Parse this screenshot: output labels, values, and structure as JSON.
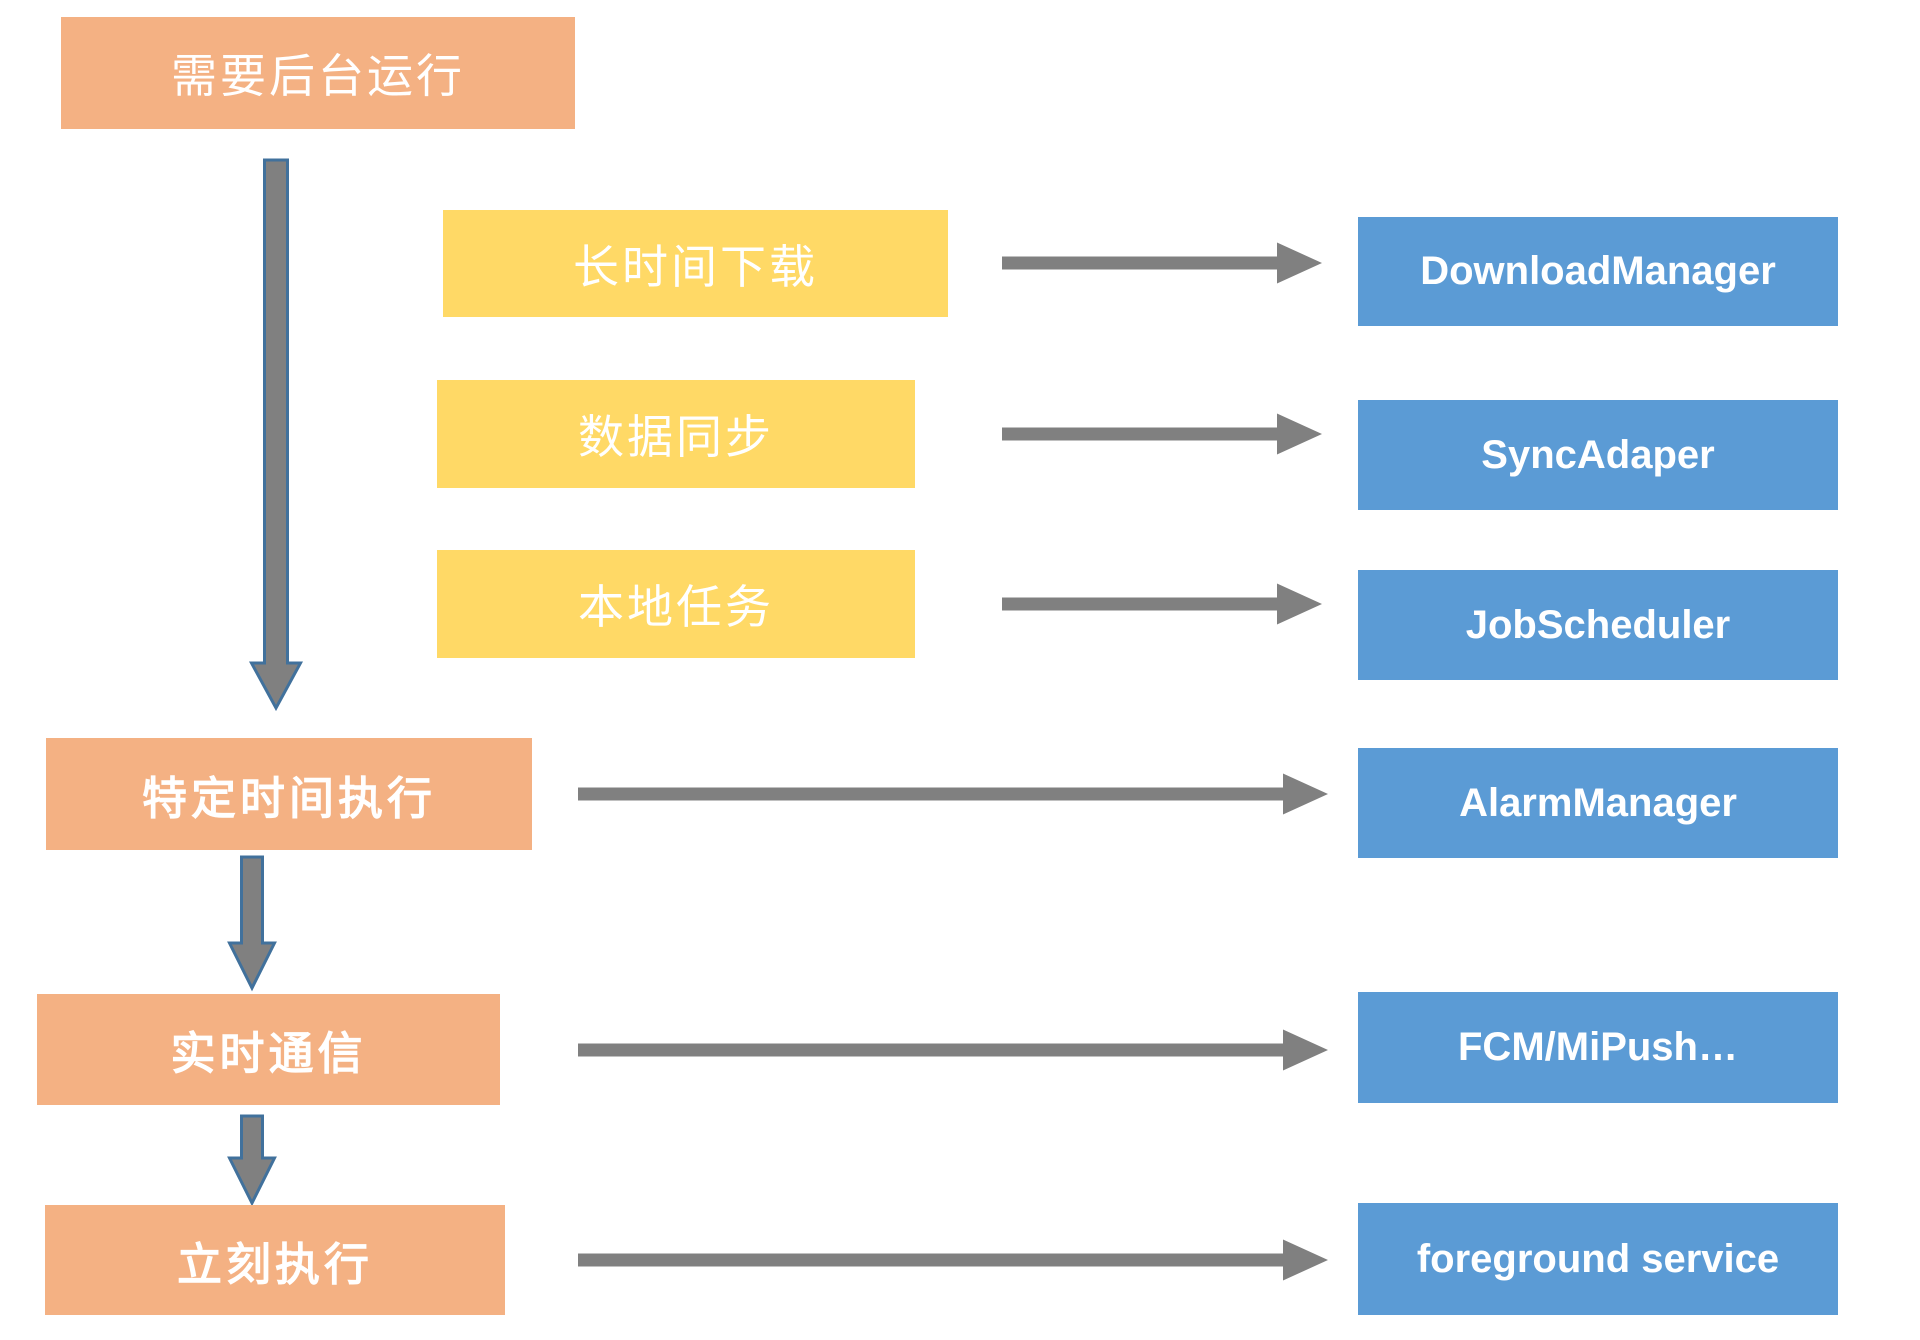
{
  "palette": {
    "box_orange": "#F4B183",
    "box_yellow": "#FFD966",
    "box_blue": "#5B9BD5",
    "arrow_gray": "#808080",
    "arrow_outline_blue": "#41719C",
    "text": "#FFFFFF",
    "background": "#FFFFFF"
  },
  "flowchart": {
    "root": {
      "label": "需要后台运行"
    },
    "branch_tasks": [
      {
        "label": "长时间下载",
        "target": "DownloadManager"
      },
      {
        "label": "数据同步",
        "target": "SyncAdaper"
      },
      {
        "label": "本地任务",
        "target": "JobScheduler"
      }
    ],
    "sequence": [
      {
        "label": "特定时间执行",
        "target": "AlarmManager"
      },
      {
        "label": "实时通信",
        "target": "FCM/MiPush…"
      },
      {
        "label": "立刻执行",
        "target": "foreground service"
      }
    ]
  }
}
